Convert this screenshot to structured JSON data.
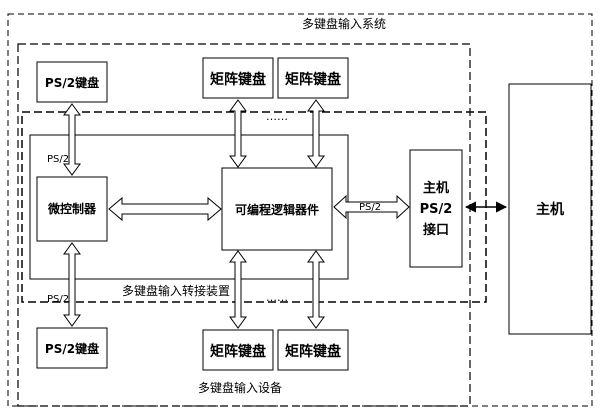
{
  "system_label": "多键盘输入系统",
  "converter_label": "多键盘输入转接装置",
  "device_label": "多键盘输入设备",
  "ps2_kbd_top": "PS/2键盘",
  "ps2_kbd_bottom": "PS/2键盘",
  "matrix_kbd_top_1": "矩阵键盘",
  "matrix_kbd_top_2": "矩阵键盘",
  "matrix_kbd_bottom_1": "矩阵键盘",
  "matrix_kbd_bottom_2": "矩阵键盘",
  "mcu": "微控制器",
  "cpld": "可编程逻辑器件",
  "host_port": [
    "主机",
    "PS/2",
    "接口"
  ],
  "host": "主机",
  "link_ps2_top": "PS/2",
  "link_ps2_bottom": "PS/2",
  "link_ps2_mid": "PS/2",
  "ellipsis_top": "……",
  "ellipsis_bottom": "……"
}
